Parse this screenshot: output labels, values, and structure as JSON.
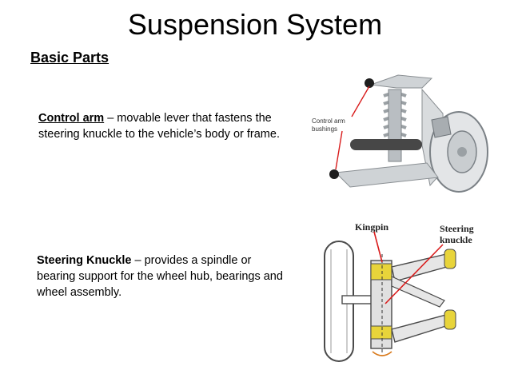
{
  "slide": {
    "title": "Suspension System",
    "subtitle": "Basic Parts"
  },
  "control_arm": {
    "term": "Control arm",
    "definition": " – movable lever that fastens the steering knuckle to the vehicle’s body or frame."
  },
  "steering_knuckle": {
    "term": "Steering Knuckle",
    "definition": " – provides a spindle or bearing support for the wheel hub, bearings and wheel assembly."
  },
  "figure_control_arm": {
    "label_line1": "Control arm",
    "label_line2": "bushings"
  },
  "figure_knuckle": {
    "label_kingpin": "Kingpin",
    "label_steering_line1": "Steering",
    "label_steering_line2": "knuckle"
  },
  "colors": {
    "pointer": "#d91c1c",
    "knuckle_yellow": "#e8d43a"
  }
}
